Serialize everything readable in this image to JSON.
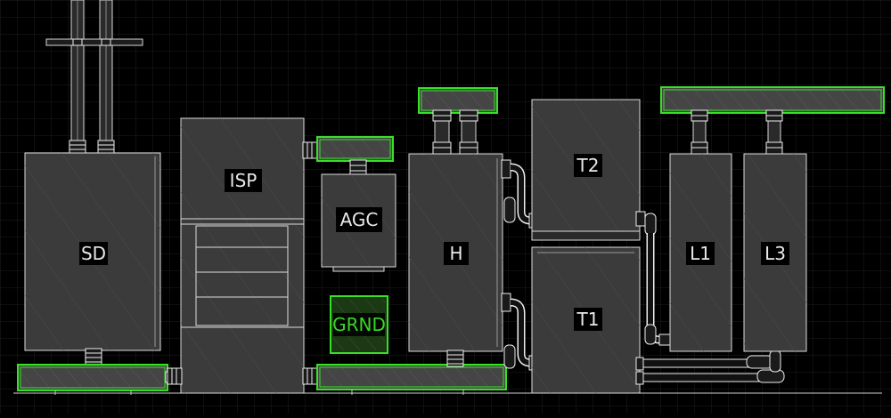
{
  "colors": {
    "background": "#000000",
    "grid": "#1c1c1c",
    "panel_fill": "#3b3b3b",
    "panel_stroke": "#dcdcdc",
    "trough_green": "#38e028",
    "trough_fill": "#4a4a4a",
    "label_text": "#e8e8e8",
    "grounding_green": "#35c42a"
  },
  "labels": {
    "sd": "SD",
    "isp": "ISP",
    "agc": "AGC",
    "grnd": "GRND",
    "h": "H",
    "t2": "T2",
    "t1": "T1",
    "l1": "L1",
    "l3": "L3"
  },
  "icons": {
    "conduit": "conduit-pipe-icon",
    "gland": "cable-gland-icon",
    "trough": "cable-trough-icon"
  }
}
